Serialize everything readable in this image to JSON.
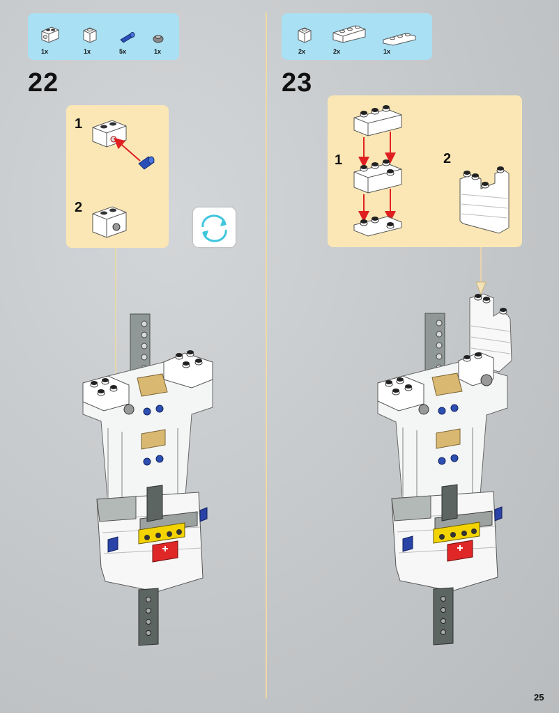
{
  "steps": [
    {
      "number": "22",
      "parts": [
        {
          "qty": "1x",
          "part": "brick-1x2-with-hole"
        },
        {
          "qty": "1x",
          "part": "brick-1x1-white"
        },
        {
          "qty": "5x",
          "part": "technic-pin-blue"
        },
        {
          "qty": "1x",
          "part": "round-plate-gray"
        }
      ],
      "substeps": [
        "1",
        "2"
      ]
    },
    {
      "number": "23",
      "parts": [
        {
          "qty": "2x",
          "part": "brick-1x1-white"
        },
        {
          "qty": "2x",
          "part": "brick-1x3-white"
        },
        {
          "qty": "1x",
          "part": "plate-1x3-white"
        }
      ],
      "substeps": [
        "1",
        "2"
      ]
    }
  ],
  "page_number": "25",
  "colors": {
    "parts_bg": "#a9e0f3",
    "substep_bg": "#fbe7b5",
    "divider": "#f1d9a4",
    "arrow": "#e02020",
    "rotate_icon": "#3fc6dd"
  }
}
